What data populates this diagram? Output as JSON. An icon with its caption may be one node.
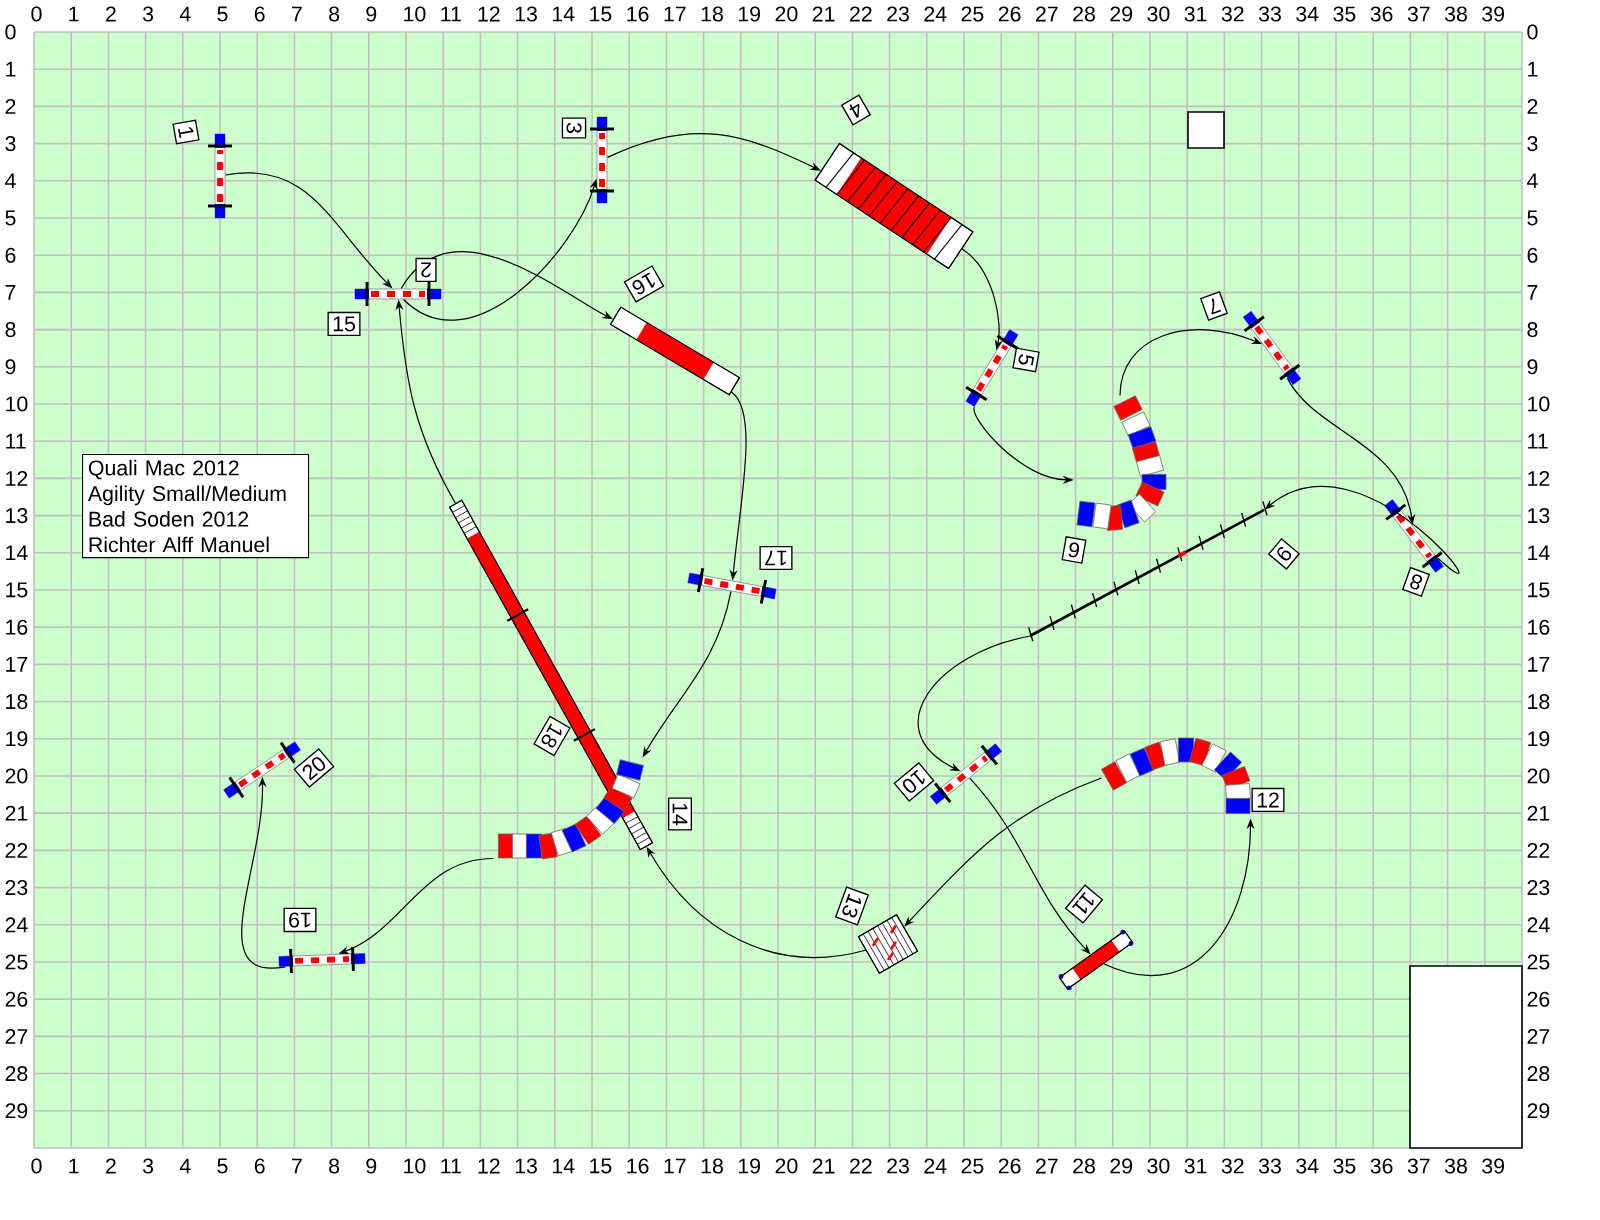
{
  "diagram": {
    "nodes": [
      {
        "text": [],
        "shape": "hurdle",
        "beside": [
          "1"
        ]
      },
      {
        "text": [],
        "shape": "hurdle",
        "beside": [
          "2",
          "15"
        ]
      },
      {
        "text": [],
        "shape": "hurdle",
        "beside": [
          "3"
        ]
      },
      {
        "text": [],
        "shape": "tunnel",
        "beside": [
          "4"
        ]
      },
      {
        "text": [],
        "shape": "hurdle",
        "beside": [
          "5"
        ]
      },
      {
        "text": [],
        "shape": "tunnel",
        "beside": [
          "6"
        ]
      },
      {
        "text": [],
        "shape": "hurdle",
        "beside": [
          "7"
        ]
      },
      {
        "text": [],
        "shape": "hurdle",
        "beside": [
          "8"
        ]
      },
      {
        "text": [],
        "shape": "poles",
        "beside": [
          "9"
        ]
      },
      {
        "text": [],
        "shape": "hurdle",
        "beside": [
          "10"
        ]
      },
      {
        "text": [],
        "shape": "plank",
        "beside": [
          "11"
        ]
      },
      {
        "text": [],
        "shape": "tunnel",
        "beside": [
          "12"
        ]
      },
      {
        "text": [],
        "shape": "mat",
        "beside": [
          "13"
        ]
      },
      {
        "text": [],
        "shape": "ramp",
        "beside": [
          "14"
        ]
      },
      {
        "text": [],
        "shape": "tube",
        "beside": [
          "16"
        ]
      },
      {
        "text": [],
        "shape": "hurdle",
        "beside": [
          "17"
        ]
      },
      {
        "text": [],
        "shape": "tunnel",
        "beside": [
          "18"
        ]
      },
      {
        "text": [],
        "shape": "hurdle",
        "beside": [
          "19"
        ]
      },
      {
        "text": [],
        "shape": "hurdle",
        "beside": [
          "20"
        ]
      },
      {
        "text": [
          "Quali Mac 2012",
          "Agility Small/Medium",
          "Bad Soden 2012",
          "Richter Alff Manuel"
        ]
      },
      {
        "text": [],
        "shape": "box"
      },
      {
        "text": [],
        "shape": "box"
      }
    ],
    "edges": [
      {
        "from": 0,
        "to": 1,
        "arrow": "to"
      },
      {
        "from": 1,
        "to": 2,
        "arrow": "to"
      },
      {
        "from": 2,
        "to": 3,
        "arrow": "to"
      },
      {
        "from": 3,
        "to": 4,
        "arrow": "to"
      },
      {
        "from": 4,
        "to": 5,
        "arrow": "to"
      },
      {
        "from": 5,
        "to": 6,
        "arrow": "to"
      },
      {
        "from": 6,
        "to": 7,
        "arrow": "to"
      },
      {
        "from": 7,
        "to": 8,
        "arrow": "to"
      },
      {
        "from": 8,
        "to": 9,
        "arrow": "to"
      },
      {
        "from": 9,
        "to": 10,
        "arrow": "to"
      },
      {
        "from": 10,
        "to": 11,
        "arrow": "to"
      },
      {
        "from": 11,
        "to": 12,
        "arrow": "to"
      },
      {
        "from": 12,
        "to": 13,
        "arrow": "to"
      },
      {
        "from": 13,
        "to": 1,
        "arrow": "to"
      },
      {
        "from": 1,
        "to": 14,
        "arrow": "to"
      },
      {
        "from": 14,
        "to": 15,
        "arrow": "to"
      },
      {
        "from": 15,
        "to": 16,
        "arrow": "to"
      },
      {
        "from": 16,
        "to": 17,
        "arrow": "to"
      },
      {
        "from": 17,
        "to": 18,
        "arrow": "to"
      }
    ],
    "labels": [
      "0",
      "1",
      "2",
      "3",
      "4",
      "5",
      "6",
      "7",
      "8",
      "9",
      "10",
      "11",
      "12",
      "13",
      "14",
      "15",
      "16",
      "17",
      "18",
      "19",
      "20",
      "21",
      "22",
      "23",
      "24",
      "25",
      "26",
      "27",
      "28",
      "29",
      "30",
      "31",
      "32",
      "33",
      "34",
      "35",
      "36",
      "37",
      "38",
      "39",
      "0",
      "0",
      "1",
      "1",
      "2",
      "2",
      "3",
      "3",
      "4",
      "4",
      "5",
      "5",
      "6",
      "6",
      "7",
      "7",
      "8",
      "8",
      "9",
      "9",
      "10",
      "10",
      "11",
      "11",
      "12",
      "12",
      "13",
      "13",
      "14",
      "14",
      "15",
      "15",
      "16",
      "16",
      "17",
      "17",
      "18",
      "18",
      "19",
      "19",
      "20",
      "20",
      "21",
      "21",
      "22",
      "22",
      "23",
      "23",
      "24",
      "24",
      "25",
      "25",
      "26",
      "26",
      "27",
      "27",
      "28",
      "28",
      "29",
      "29",
      "0",
      "1",
      "2",
      "3",
      "4",
      "5",
      "6",
      "7",
      "8",
      "9",
      "10",
      "11",
      "12",
      "13",
      "14",
      "15",
      "16",
      "17",
      "18",
      "19",
      "20",
      "21",
      "22",
      "23",
      "24",
      "25",
      "26",
      "27",
      "28",
      "29",
      "30",
      "31",
      "32",
      "33",
      "34",
      "35",
      "36",
      "37",
      "38",
      "39"
    ]
  }
}
